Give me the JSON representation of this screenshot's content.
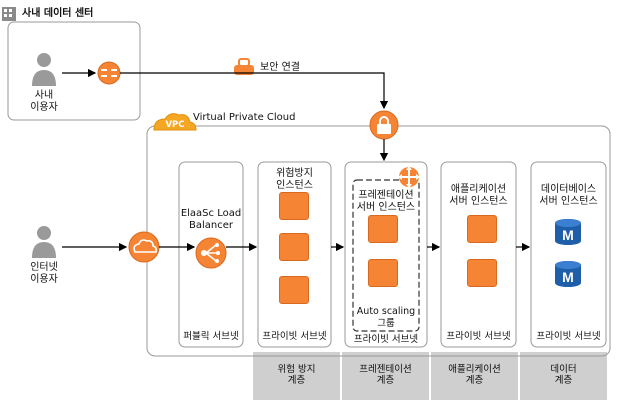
{
  "datacenter": {
    "title": "사내 데이터 센터",
    "user_label_line1": "사내",
    "user_label_line2": "이용자"
  },
  "connection": {
    "label": "보안 연결"
  },
  "vpc": {
    "badge": "VPC",
    "title": "Virtual Private Cloud"
  },
  "internet_user": {
    "line1": "인터넷",
    "line2": "이용자"
  },
  "load_balancer": {
    "line1": "ElaaSc Load",
    "line2": "Balancer",
    "subnet": "퍼블릭 서브넷"
  },
  "columns": [
    {
      "title_line1": "위험방지",
      "title_line2": "인스턴스",
      "subnet": "프라이빗 서브넷",
      "tier_line1": "위험 방지",
      "tier_line2": "계층"
    },
    {
      "title_line1": "프레젠테이션",
      "title_line2": "서버 인스턴스",
      "subnet": "프라이빗 서브넷",
      "tier_line1": "프레젠테이션",
      "tier_line2": "계층",
      "autoscaling_line1": "Auto scaling",
      "autoscaling_line2": "그룹"
    },
    {
      "title_line1": "애플리케이션",
      "title_line2": "서버 인스턴스",
      "subnet": "프라이빗 서브넷",
      "tier_line1": "애플리케이션",
      "tier_line2": "계층"
    },
    {
      "title_line1": "데이터베이스",
      "title_line2": "서버 인스턴스",
      "subnet": "프라이빗 서브넷",
      "tier_line1": "데이터",
      "tier_line2": "계층"
    }
  ],
  "colors": {
    "orange": "#f58534",
    "db_blue": "#1f5ea8",
    "tier_band": "#cfcfcf",
    "gray_icon": "#9a9a9a"
  }
}
